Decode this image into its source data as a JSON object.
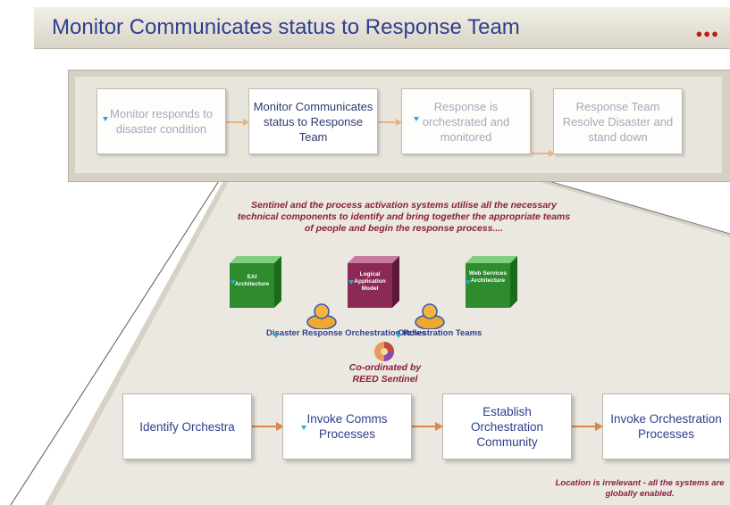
{
  "title": "Monitor Communicates status to Response Team",
  "top_steps": [
    {
      "label": "Monitor responds to disaster condition"
    },
    {
      "label": "Monitor Communicates status to Response Team"
    },
    {
      "label": "Response is orchestrated and monitored"
    },
    {
      "label": "Response Team Resolve Disaster and stand down"
    }
  ],
  "intro_caption": "Sentinel and the process activation systems utilise all the necessary technical components to identify and bring together the appropriate teams of people and begin the response process....",
  "components": [
    {
      "label": "EAI Architecture",
      "color": "#2e8b2e"
    },
    {
      "label": "Logical Application Model",
      "color": "#8a2a55"
    },
    {
      "label": "Web Services Architecture",
      "color": "#2e8b2e"
    }
  ],
  "roles": [
    {
      "label": "Disaster Response Orchestration Roles"
    },
    {
      "label": "Orchestration Teams"
    }
  ],
  "coordinator": {
    "label": "Co-ordinated by REED Sentinel"
  },
  "bottom_steps": [
    {
      "label": "Identify Orchestra"
    },
    {
      "label": "Invoke Comms Processes"
    },
    {
      "label": "Establish Orchestration Community"
    },
    {
      "label": "Invoke Orchestration Processes"
    }
  ],
  "footnote": "Location is irrelevant - all the systems are globally enabled.",
  "colors": {
    "title": "#2d3f8f",
    "caption": "#8b1e3e",
    "arrow": "#d9874a",
    "accent_dots": "#c81414"
  }
}
